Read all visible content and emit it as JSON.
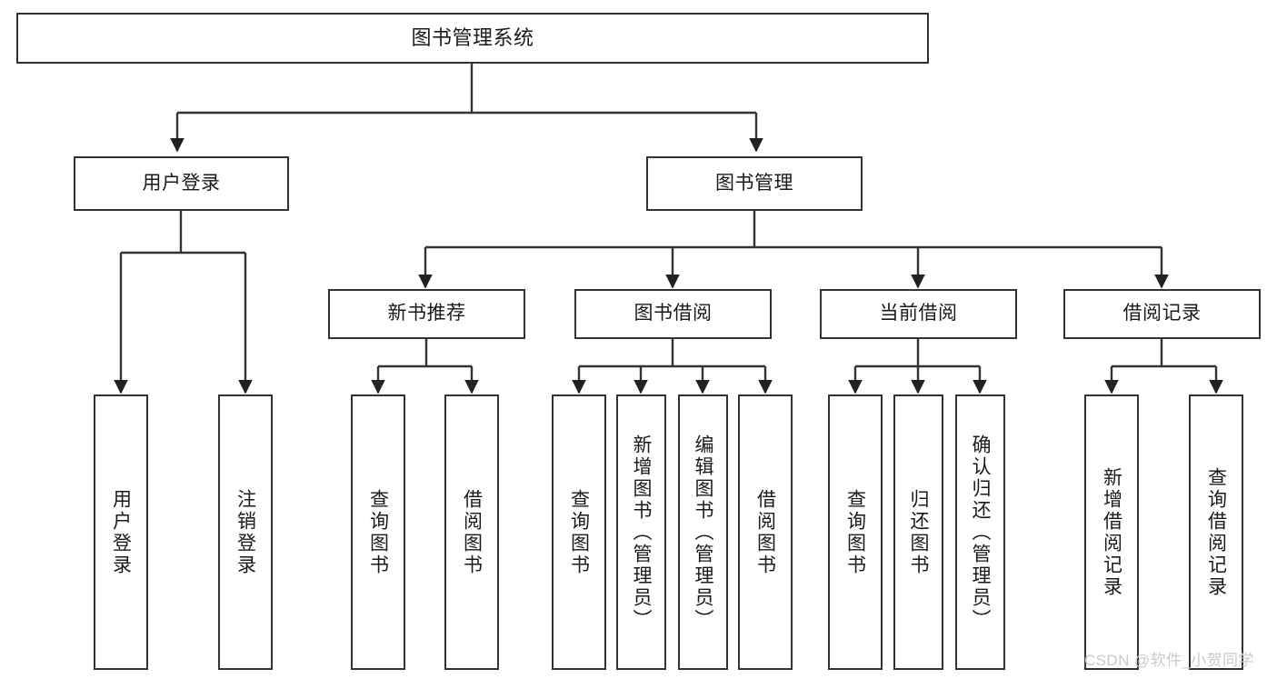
{
  "diagram": {
    "type": "tree-hierarchy-chart",
    "title": "图书管理系统",
    "root": {
      "label": "图书管理系统"
    },
    "level1": [
      {
        "label": "用户登录"
      },
      {
        "label": "图书管理"
      }
    ],
    "level2": [
      {
        "label": "新书推荐"
      },
      {
        "label": "图书借阅"
      },
      {
        "label": "当前借阅"
      },
      {
        "label": "借阅记录"
      }
    ],
    "leaves": {
      "user_login": [
        {
          "label": "用户登录"
        },
        {
          "label": "注销登录"
        }
      ],
      "new_book_recommend": [
        {
          "label": "查询图书"
        },
        {
          "label": "借阅图书"
        }
      ],
      "book_borrow": [
        {
          "label": "查询图书"
        },
        {
          "label": "新增图书（管理员）"
        },
        {
          "label": "编辑图书（管理员）"
        },
        {
          "label": "借阅图书"
        }
      ],
      "current_borrow": [
        {
          "label": "查询图书"
        },
        {
          "label": "归还图书"
        },
        {
          "label": "确认归还（管理员）"
        }
      ],
      "borrow_record": [
        {
          "label": "新增借阅记录"
        },
        {
          "label": "查询借阅记录"
        }
      ]
    },
    "watermark": "CSDN @软件_小贺同学",
    "colors": {
      "stroke": "#333333",
      "background": "#ffffff",
      "text": "#1a1a1a",
      "watermark": "#c9c9c9"
    }
  }
}
